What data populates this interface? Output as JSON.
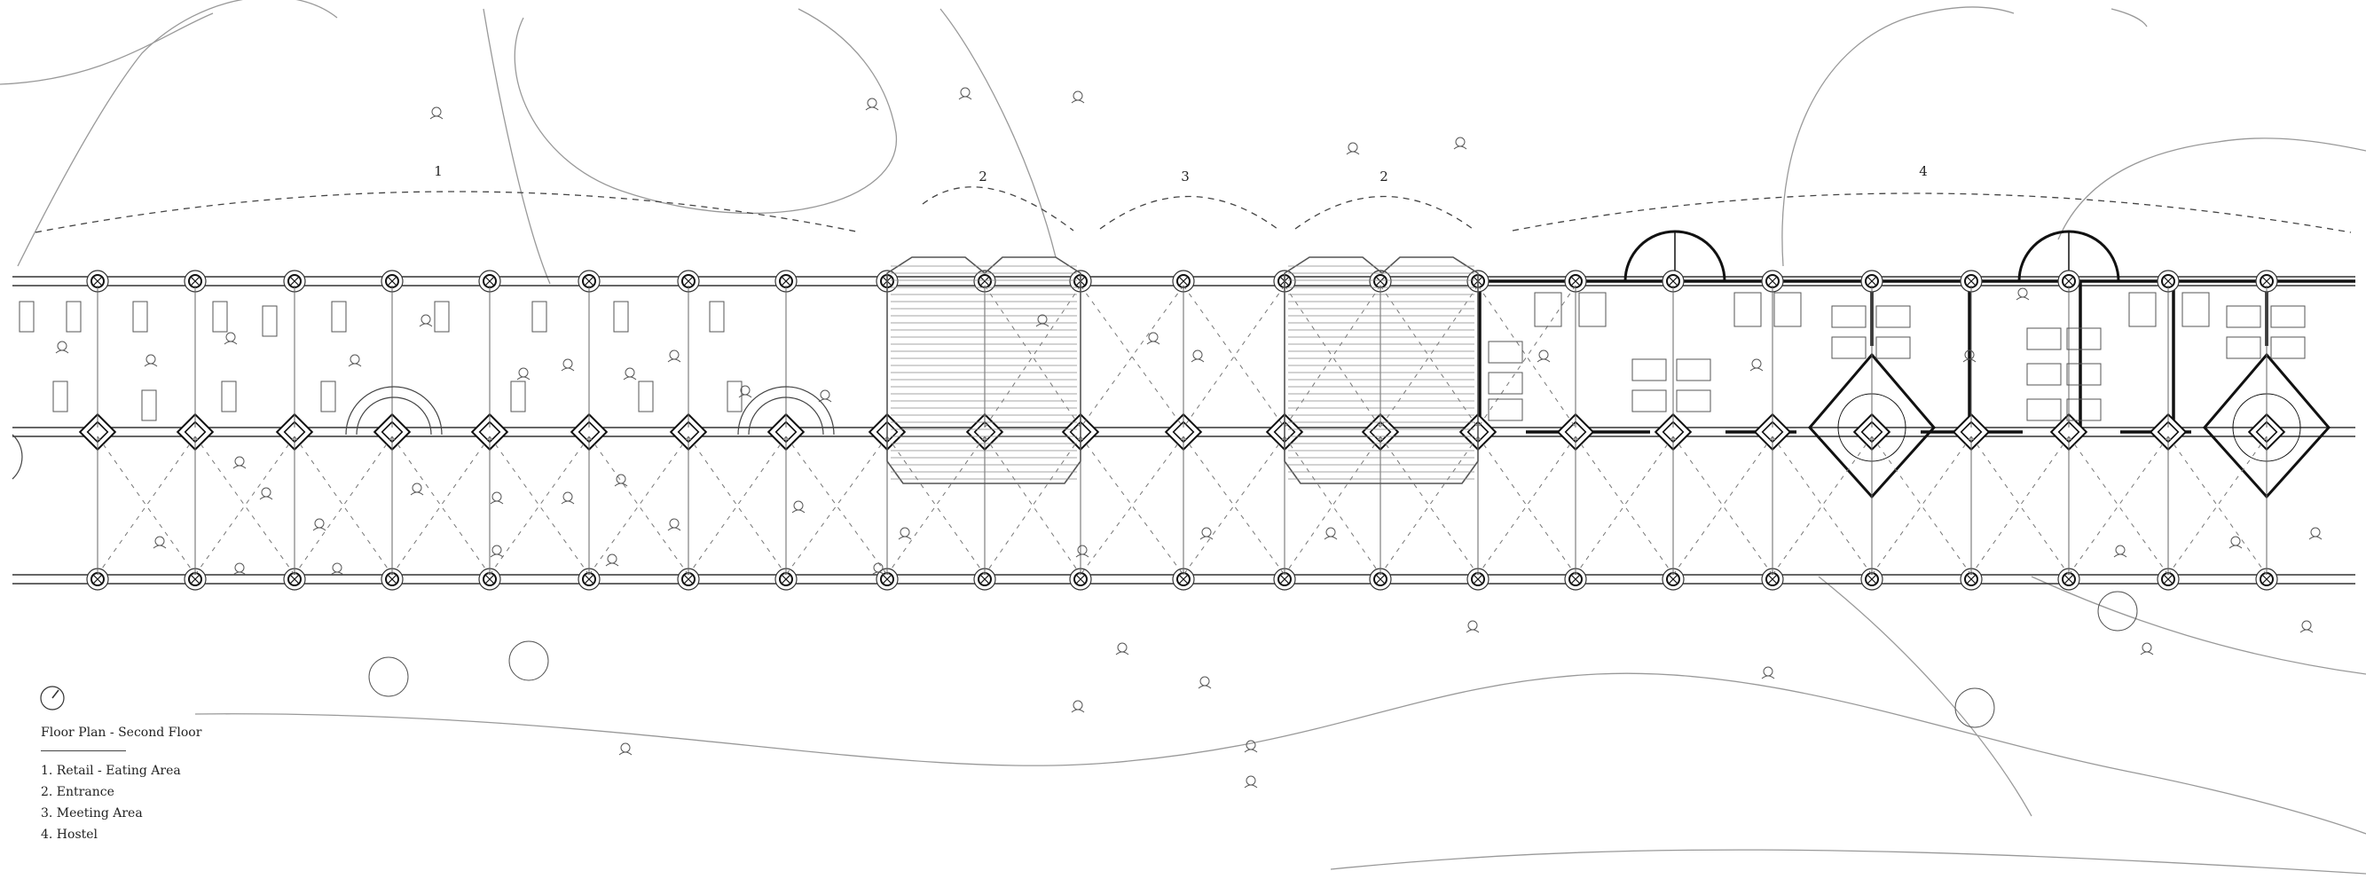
{
  "title": "Floor Plan - Second Floor",
  "zones": [
    {
      "number": "1",
      "label": "Retail - Eating Area"
    },
    {
      "number": "2",
      "label": "Entrance"
    },
    {
      "number": "3",
      "label": "Meeting Area"
    },
    {
      "number": "4",
      "label": "Hostel"
    }
  ],
  "legend_items": [
    "1. Retail - Eating Area",
    "2. Entrance",
    "3. Meeting Area",
    "4. Hostel"
  ],
  "zone_markers": [
    "1",
    "2",
    "3",
    "2",
    "4"
  ],
  "icons": {
    "north_arrow": "north-arrow-icon"
  },
  "colors": {
    "ink": "#222222",
    "line": "#555555",
    "light": "#999999"
  }
}
